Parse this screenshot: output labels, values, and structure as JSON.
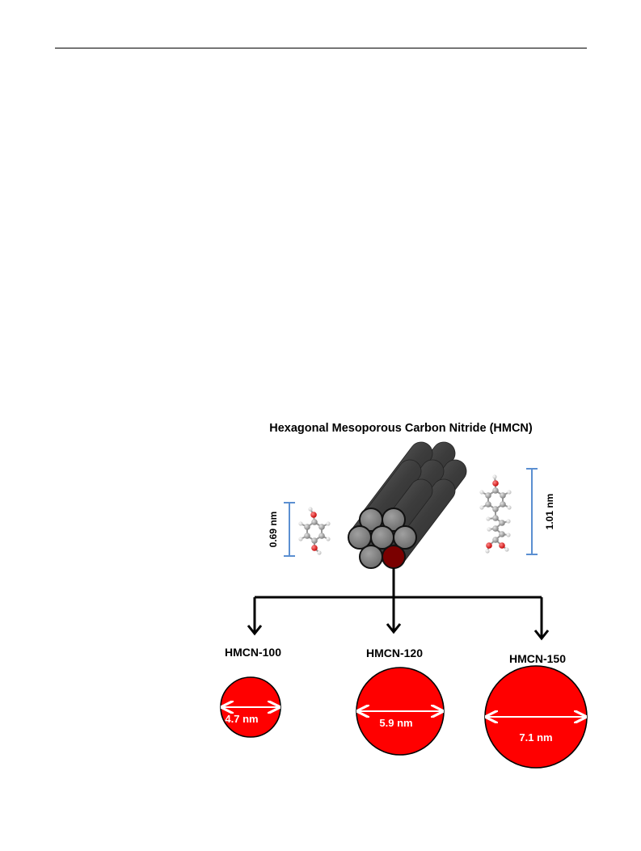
{
  "figure": {
    "title": "Hexagonal Mesoporous Carbon Nitride (HMCN)",
    "left_molecule_size": "0.69 nm",
    "right_molecule_size": "1.01 nm",
    "samples": [
      {
        "name": "HMCN-100",
        "pore_size": "4.7 nm"
      },
      {
        "name": "HMCN-120",
        "pore_size": "5.9 nm"
      },
      {
        "name": "HMCN-150",
        "pore_size": "7.1 nm"
      }
    ]
  },
  "colors": {
    "pore_fill": "#ff0000",
    "highlight_tube": "#7a0000",
    "tube_gray": "#8c8c8c",
    "tube_dark": "#3a3a3a",
    "scale_bar": "#5b8fd1"
  }
}
